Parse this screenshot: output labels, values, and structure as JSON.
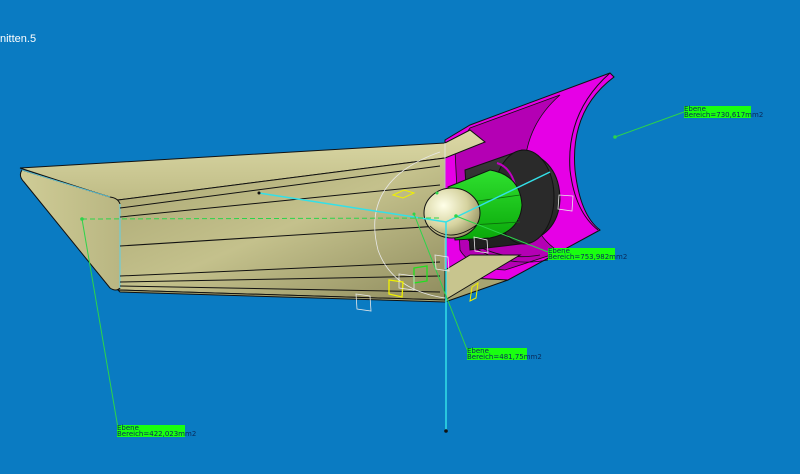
{
  "tree": {
    "node_label": "nitten.5"
  },
  "colors": {
    "background": "#0a7bc2",
    "part_body": "#c8c58e",
    "part_shadow": "#8d8a5c",
    "section_face": "#e600e6",
    "inner_cylinder": "#2b2b2b",
    "green_cylinder": "#12d612",
    "label_bg": "#19ff10",
    "axis_line": "#33e0e8",
    "leader_line": "#2cd44a"
  },
  "annotations": [
    {
      "id": "a1",
      "title": "Ebene",
      "value": "Bereich=730,617mm2"
    },
    {
      "id": "a2",
      "title": "Ebene",
      "value": "Bereich=753,982mm2"
    },
    {
      "id": "a3",
      "title": "Ebene",
      "value": "Bereich=481,75mm2"
    },
    {
      "id": "a4",
      "title": "Ebene",
      "value": "Bereich=422,023mm2"
    }
  ]
}
